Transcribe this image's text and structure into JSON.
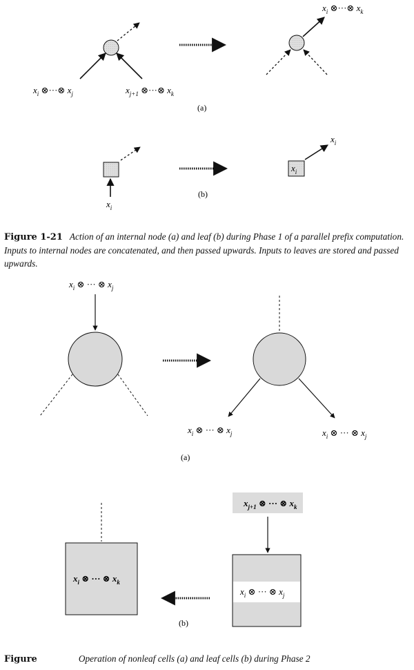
{
  "figure_top": {
    "panel_a": {
      "label": "(a)",
      "input_left": "x_i ⊗···⊗ x_j",
      "input_right": "x_j+1 ⊗···⊗ x_k",
      "output": "x_i ⊗···⊗ x_k"
    },
    "panel_b": {
      "label": "(b)",
      "input": "x_i",
      "stored": "x_i",
      "output": "x_i"
    },
    "caption": {
      "label": "Figure 1-21",
      "text": "Action of an internal node (a) and leaf (b) during Phase 1 of a parallel prefix computation. Inputs to internal nodes are concatenated, and then passed upwards. Inputs to leaves are stored and passed upwards."
    }
  },
  "figure_bottom": {
    "panel_a": {
      "label": "(a)",
      "input": "x_i ⊗ ··· ⊗ x_j",
      "output_left": "x_i ⊗ ··· ⊗ x_j",
      "output_right": "x_i ⊗ ··· ⊗ x_j"
    },
    "panel_b": {
      "label": "(b)",
      "input": "x_j+1 ⊗ ··· ⊗ x_k",
      "stored_before": "x_i ⊗ ··· ⊗ x_j",
      "stored_after": "x_i ⊗ ··· ⊗ x_k"
    },
    "caption": {
      "label": "Figure",
      "text": "Operation of nonleaf cells (a) and leaf cells (b) during Phase 2"
    }
  }
}
